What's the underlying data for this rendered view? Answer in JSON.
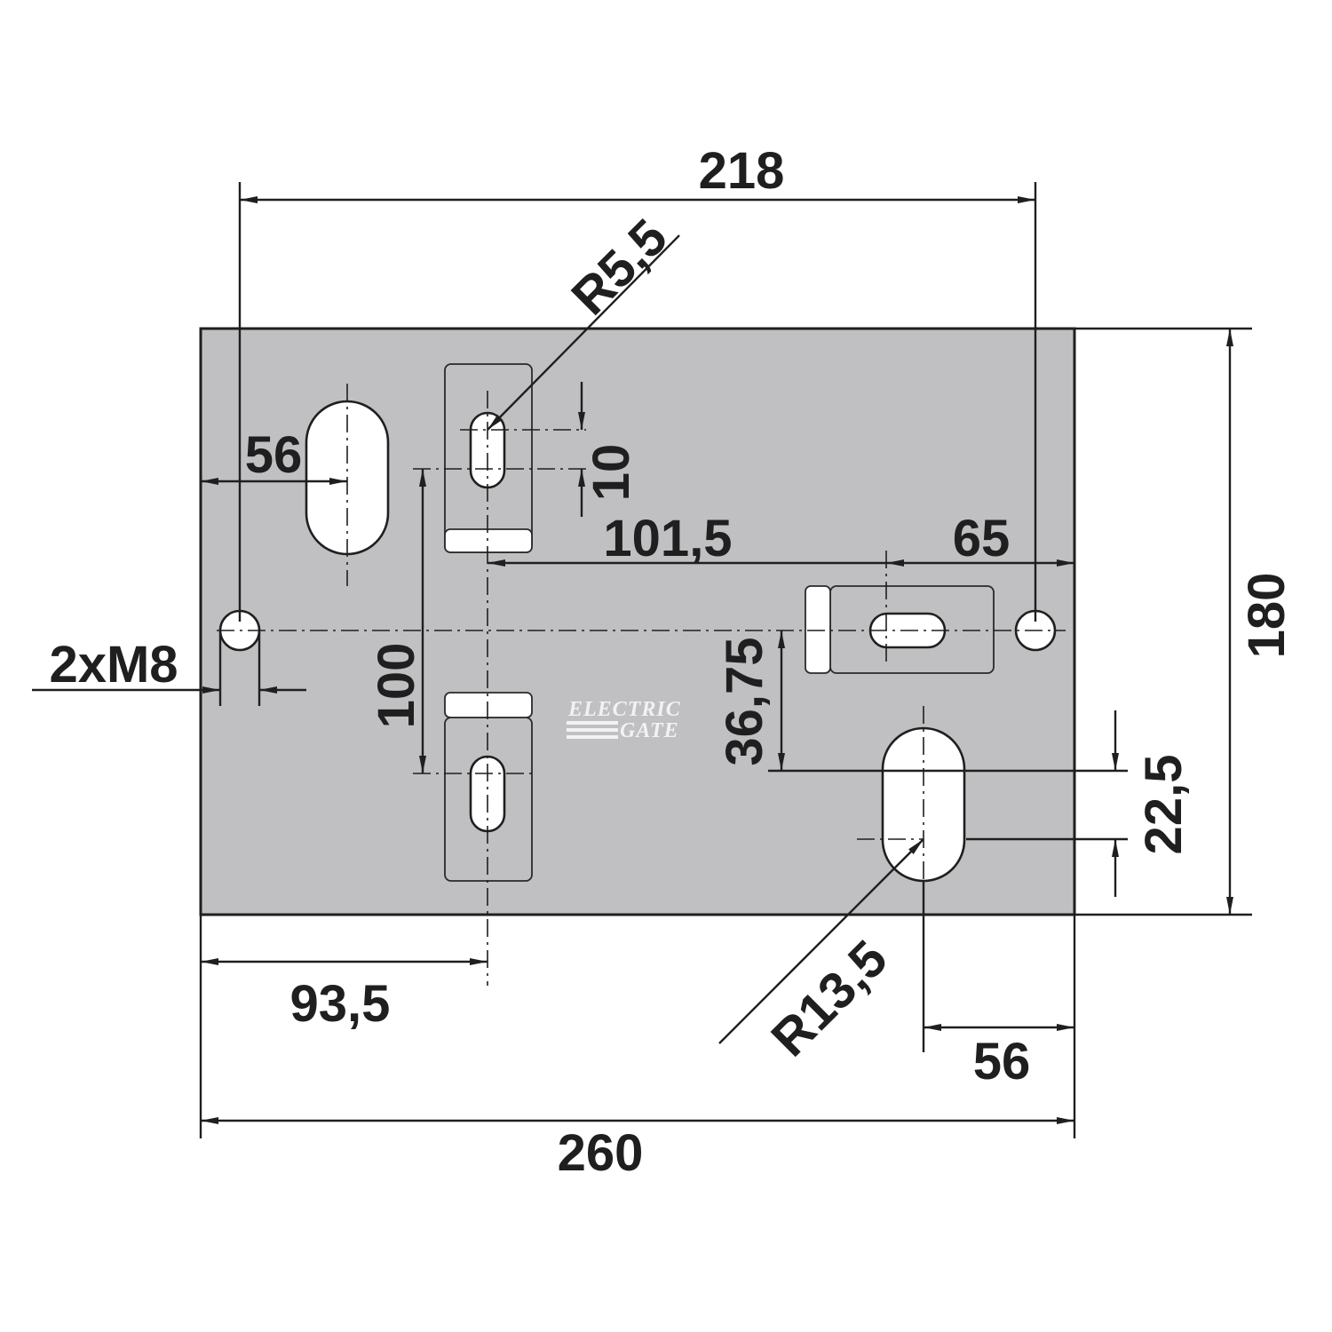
{
  "dimensions": {
    "top_width": "218",
    "slot_radius_small": "R5,5",
    "left_slot_width": "56",
    "slot_pitch_small": "10",
    "center_offset": "101,5",
    "right_offset": "65",
    "bolt_label": "2xM8",
    "vertical_spacing": "100",
    "height": "180",
    "lower_offset": "36,75",
    "slot_length": "22,5",
    "slot_radius_large": "R13,5",
    "bottom_left": "93,5",
    "bottom_right_slot_width": "56",
    "total_width": "260"
  },
  "logo": {
    "line1": "ELECTRIC",
    "line2": "GATE"
  },
  "colors": {
    "plate": "#c0c0c2",
    "line": "#1f1f1f",
    "hole": "#ffffff"
  }
}
